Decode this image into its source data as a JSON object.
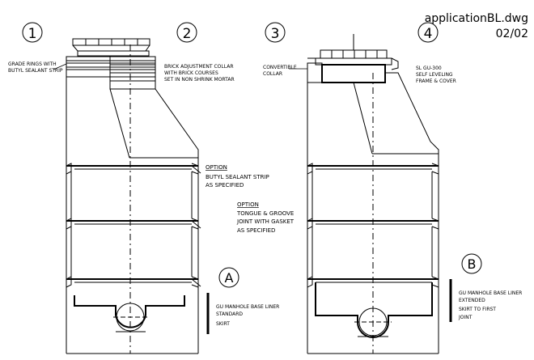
{
  "drawing": {
    "filename": "applicationBL.dwg",
    "sheet": "02/02"
  },
  "circles": [
    "1",
    "2",
    "3",
    "4"
  ],
  "section_markers": {
    "a": "A",
    "b": "B"
  },
  "notes": {
    "grade_rings_1": "GRADE RINGS WITH",
    "grade_rings_2": "BUTYL SEALANT STRIP",
    "brick_1": "BRICK ADJUSTMENT COLLAR",
    "brick_2": "WITH BRICK COURSES",
    "brick_3": "SET IN NON SHRINK MORTAR",
    "convertible_1": "CONVERTIBLE",
    "convertible_2": "COLLAR",
    "frame_1": "SL GU-300",
    "frame_2": "SELF LEVELING",
    "frame_3": "FRAME & COVER",
    "option1_title": "OPTION",
    "option1_1": "BUTYL SEALANT STRIP",
    "option1_2": "AS SPECIFIED",
    "option2_title": "OPTION",
    "option2_1": "TONGUE & GROOVE",
    "option2_2": "JOINT WITH GASKET",
    "option2_3": "AS SPECIFIED",
    "liner_a_1": "GU MANHOLE BASE LINER",
    "liner_a_2": "STANDARD",
    "liner_a_3": "SKIRT",
    "liner_b_1": "GU MANHOLE BASE LINER",
    "liner_b_2": "EXTENDED",
    "liner_b_3": "SKIRT TO FIRST",
    "liner_b_4": "JOINT"
  }
}
